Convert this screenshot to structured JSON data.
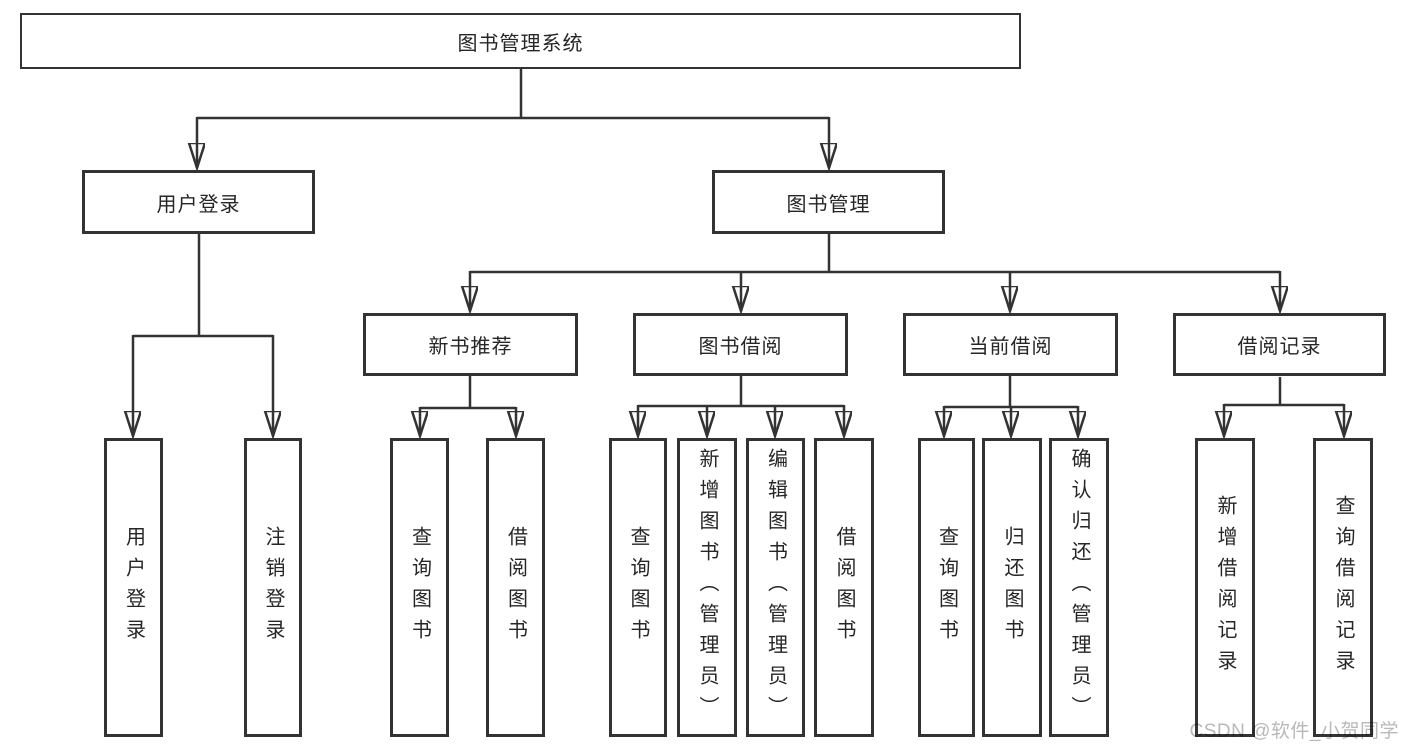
{
  "diagram": {
    "type": "hierarchy-tree",
    "orientation": "top-down"
  },
  "colors": {
    "line": "#333333",
    "node_border": "#333333",
    "node_background": "#ffffff",
    "text": "#262626",
    "watermark": "#b9b9b9"
  },
  "nodes": {
    "root": {
      "label": "图书管理系统"
    },
    "userLogin": {
      "label": "用户登录"
    },
    "bookMgmt": {
      "label": "图书管理"
    },
    "newBookRec": {
      "label": "新书推荐"
    },
    "bookBorrow": {
      "label": "图书借阅"
    },
    "currentBorrow": {
      "label": "当前借阅"
    },
    "borrowRecord": {
      "label": "借阅记录"
    },
    "leafUserLogin": {
      "label": "用户登录"
    },
    "leafLogout": {
      "label": "注销登录"
    },
    "leafNbQuery": {
      "label": "查询图书"
    },
    "leafNbBorrow": {
      "label": "借阅图书"
    },
    "leafBbQuery": {
      "label": "查询图书"
    },
    "leafBbAdd": {
      "label": "新增图书（管理员）"
    },
    "leafBbEdit": {
      "label": "编辑图书（管理员）"
    },
    "leafBbBorrow": {
      "label": "借阅图书"
    },
    "leafCbQuery": {
      "label": "查询图书"
    },
    "leafCbReturn": {
      "label": "归还图书"
    },
    "leafCbConfirm": {
      "label": "确认归还（管理员）"
    },
    "leafBrAdd": {
      "label": "新增借阅记录"
    },
    "leafBrQuery": {
      "label": "查询借阅记录"
    }
  },
  "structure": {
    "root": [
      "userLogin",
      "bookMgmt"
    ],
    "userLogin": [
      "leafUserLogin",
      "leafLogout"
    ],
    "bookMgmt": [
      "newBookRec",
      "bookBorrow",
      "currentBorrow",
      "borrowRecord"
    ],
    "newBookRec": [
      "leafNbQuery",
      "leafNbBorrow"
    ],
    "bookBorrow": [
      "leafBbQuery",
      "leafBbAdd",
      "leafBbEdit",
      "leafBbBorrow"
    ],
    "currentBorrow": [
      "leafCbQuery",
      "leafCbReturn",
      "leafCbConfirm"
    ],
    "borrowRecord": [
      "leafBrAdd",
      "leafBrQuery"
    ]
  },
  "watermark": {
    "text": "CSDN @软件_小贺同学"
  }
}
